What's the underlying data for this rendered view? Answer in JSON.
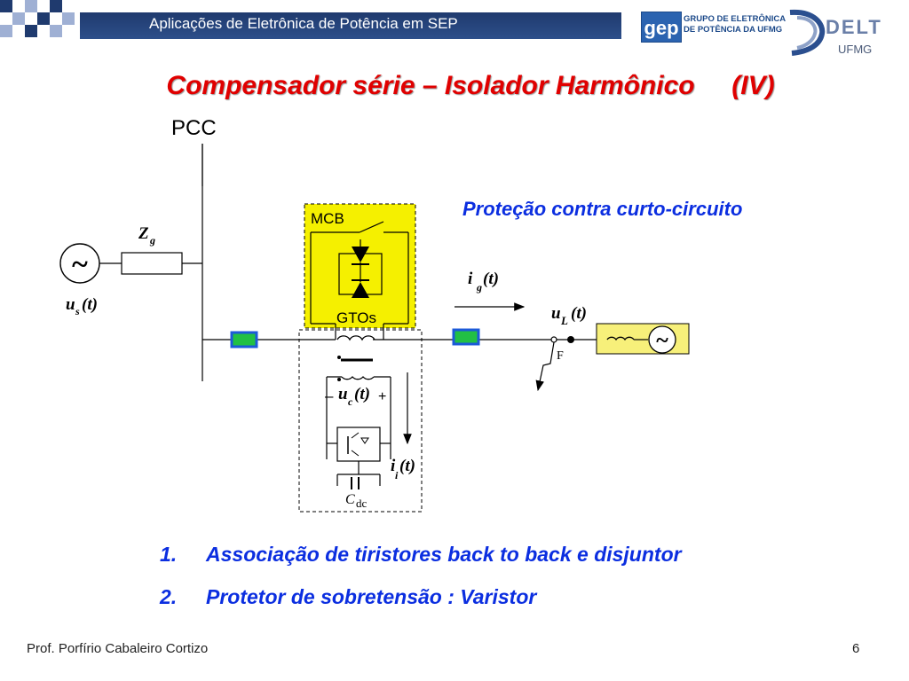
{
  "header": {
    "title": "Aplicações de Eletrônica de Potência em SEP",
    "gep_logo": "gep",
    "gep_text_line1": "GRUPO DE ELETRÔNICA",
    "gep_text_line2": "DE POTÊNCIA DA UFMG",
    "delt_logo": "DELT",
    "ufmg_logo": "UFMG"
  },
  "slide": {
    "title": "Compensador série – Isolador Harmônico     (IV)",
    "annotation": "Proteção contra curto-circuito"
  },
  "diagram": {
    "pcc": "PCC",
    "zg_main": "Z",
    "zg_sub": "g",
    "us_main": "u",
    "us_sub": "s",
    "us_arg": "(t)",
    "mcb": "MCB",
    "gtos": "GTOs",
    "ig_main": "i",
    "ig_sub": "g",
    "ig_arg": "(t)",
    "ul_main": "u",
    "ul_sub": "L",
    "ul_arg": "(t)",
    "fault": "F",
    "uc_minus": "–",
    "uc_main": "u",
    "uc_sub": "c",
    "uc_arg": "(t)",
    "uc_plus": "+",
    "ii_main": "i",
    "ii_sub": "i",
    "ii_arg": "(t)",
    "cdc_main": "C",
    "cdc_sub": "dc",
    "source_symbol": "~",
    "load_source_symbol": "~",
    "colors": {
      "mcb_box": "#f5f000",
      "load_box": "#f7f07a",
      "sensor_fill": "#22c044",
      "sensor_border": "#1c5ad8",
      "arrow": "#000000"
    }
  },
  "list": {
    "items": [
      {
        "num": "1.",
        "text": "Associação de tiristores back to back e disjuntor"
      },
      {
        "num": "2.",
        "text": "Protetor de sobretensão : Varistor"
      }
    ]
  },
  "footer": {
    "author": "Prof. Porfírio Cabaleiro Cortizo",
    "page": "6"
  }
}
